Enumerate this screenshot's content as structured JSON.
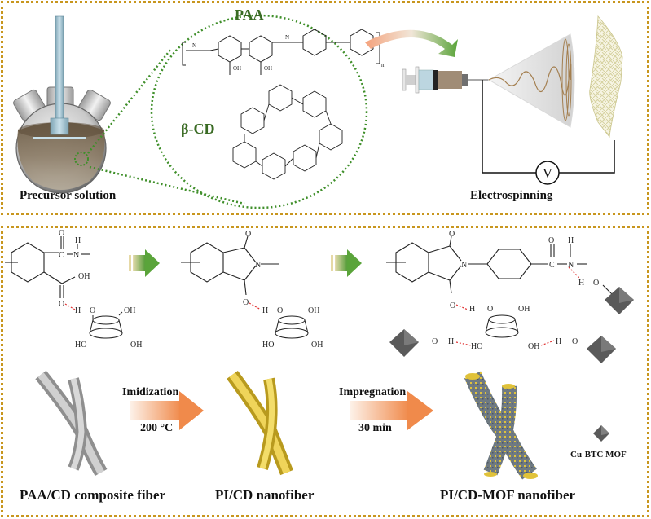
{
  "figure": {
    "top_panel": {
      "precursor_label": "Precursor solution",
      "paa_label": "PAA",
      "bcd_label": "β-CD",
      "repeat_subscript": "n",
      "electrospinning_label": "Electrospinning",
      "voltage_symbol": "V"
    },
    "bottom_panel": {
      "chem": {
        "atoms_O": "O",
        "atoms_H": "H",
        "atoms_N": "N",
        "atoms_C": "C",
        "oh": "OH",
        "ho": "HO"
      },
      "step1": {
        "top": "Imidization",
        "bottom": "200 °C"
      },
      "step2": {
        "top": "Impregnation",
        "bottom": "30 min"
      },
      "fiber_labels": [
        "PAA/CD composite fiber",
        "PI/CD nanofiber",
        "PI/CD-MOF nanofiber"
      ],
      "legend_label": "Cu-BTC MOF"
    },
    "colors": {
      "border": "#c8961e",
      "green_label": "#3a6b24",
      "dotted_green": "#3f8f2a",
      "arrow_orange": "#f08a4b",
      "arrow_green": "#5aa43a",
      "fiber_gray": "#a9a9a9",
      "fiber_yellow": "#e0c23a",
      "mof_gray": "#5a5a5a",
      "hbond_red": "#e03030"
    }
  }
}
